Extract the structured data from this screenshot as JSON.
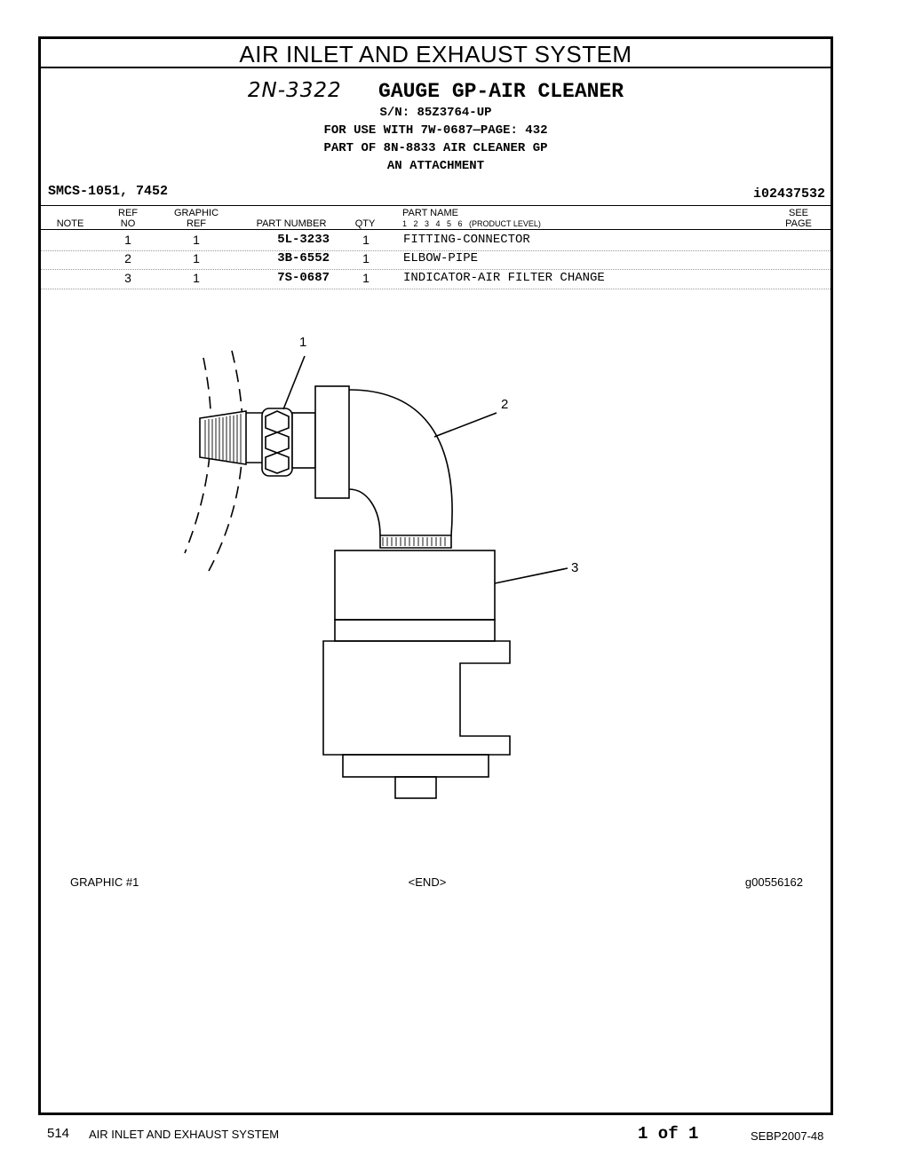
{
  "header": {
    "system_title": "AIR INLET AND EXHAUST SYSTEM",
    "group_part_number": "2N-3322",
    "group_name": "GAUGE GP-AIR CLEANER",
    "serial": "S/N: 85Z3764-UP",
    "for_use_with": "FOR USE WITH 7W-0687—PAGE: 432",
    "part_of": "PART OF 8N-8833 AIR CLEANER GP",
    "attachment": "AN ATTACHMENT",
    "smcs": "SMCS-1051, 7452",
    "illustration_id": "i02437532"
  },
  "table": {
    "headers": {
      "note": "NOTE",
      "ref_top": "REF",
      "ref_bottom": "NO",
      "graphic_top": "GRAPHIC",
      "graphic_bottom": "REF",
      "part_number": "PART NUMBER",
      "qty": "QTY",
      "part_name": "PART NAME",
      "levels": "1   2   3   4   5   6   (PRODUCT LEVEL)",
      "see_top": "SEE",
      "see_bottom": "PAGE"
    },
    "rows": [
      {
        "ref": "1",
        "graphic": "1",
        "part_number": "5L-3233",
        "qty": "1",
        "name": "FITTING-CONNECTOR"
      },
      {
        "ref": "2",
        "graphic": "1",
        "part_number": "3B-6552",
        "qty": "1",
        "name": "ELBOW-PIPE"
      },
      {
        "ref": "3",
        "graphic": "1",
        "part_number": "7S-0687",
        "qty": "1",
        "name": "INDICATOR-AIR FILTER CHANGE"
      }
    ]
  },
  "drawing": {
    "callouts": [
      "1",
      "2",
      "3"
    ]
  },
  "graphic_footer": {
    "left": "GRAPHIC #1",
    "center": "<END>",
    "right": "g00556162"
  },
  "page_footer": {
    "page_number": "514",
    "section": "AIR INLET AND EXHAUST SYSTEM",
    "page_of": "1 of 1",
    "doc_id": "SEBP2007-48"
  }
}
